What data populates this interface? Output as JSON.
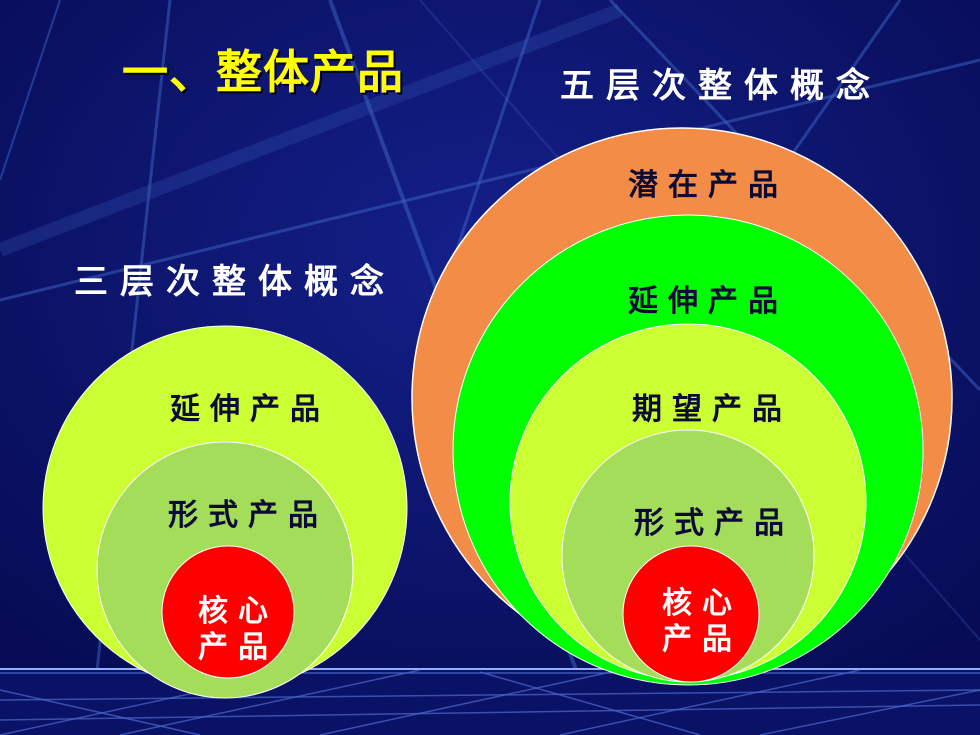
{
  "slide": {
    "title": "一、整体产品"
  },
  "three_level": {
    "heading": "三层次整体概念",
    "outer_label": "延伸产品",
    "middle_label": "形式产品",
    "core_line1": "核心",
    "core_line2": "产品"
  },
  "five_level": {
    "heading": "五层次整体概念",
    "ring1_label": "潜在产品",
    "ring2_label": "延伸产品",
    "ring3_label": "期望产品",
    "ring4_label": "形式产品",
    "core_line1": "核心",
    "core_line2": "产品"
  },
  "colors": {
    "background": "#0b1170",
    "title": "#ffff00",
    "orange": "#f28c46",
    "green": "#00ff00",
    "yellow_green": "#ccff33",
    "light_green": "#a4dd5a",
    "red": "#ff0000"
  }
}
